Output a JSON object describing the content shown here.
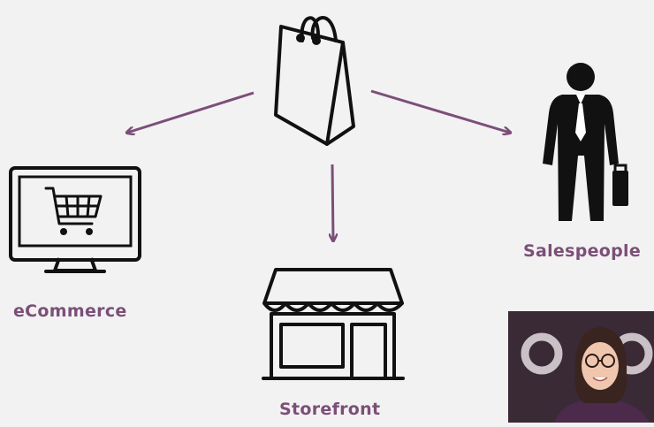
{
  "colors": {
    "background": "#f2f2f2",
    "accent": "#7b4f78",
    "icon": "#111111",
    "webcam_bg": "#3a2a36"
  },
  "nodes": {
    "source": {
      "icon": "shopping-bag-icon"
    },
    "ecommerce": {
      "icon": "monitor-cart-icon",
      "label": "eCommerce"
    },
    "storefront": {
      "icon": "storefront-icon",
      "label": "Storefront"
    },
    "salespeople": {
      "icon": "businessman-icon",
      "label": "Salespeople"
    }
  },
  "edges": [
    {
      "from": "source",
      "to": "ecommerce"
    },
    {
      "from": "source",
      "to": "storefront"
    },
    {
      "from": "source",
      "to": "salespeople"
    }
  ],
  "webcam": {
    "icon": "presenter-video"
  }
}
